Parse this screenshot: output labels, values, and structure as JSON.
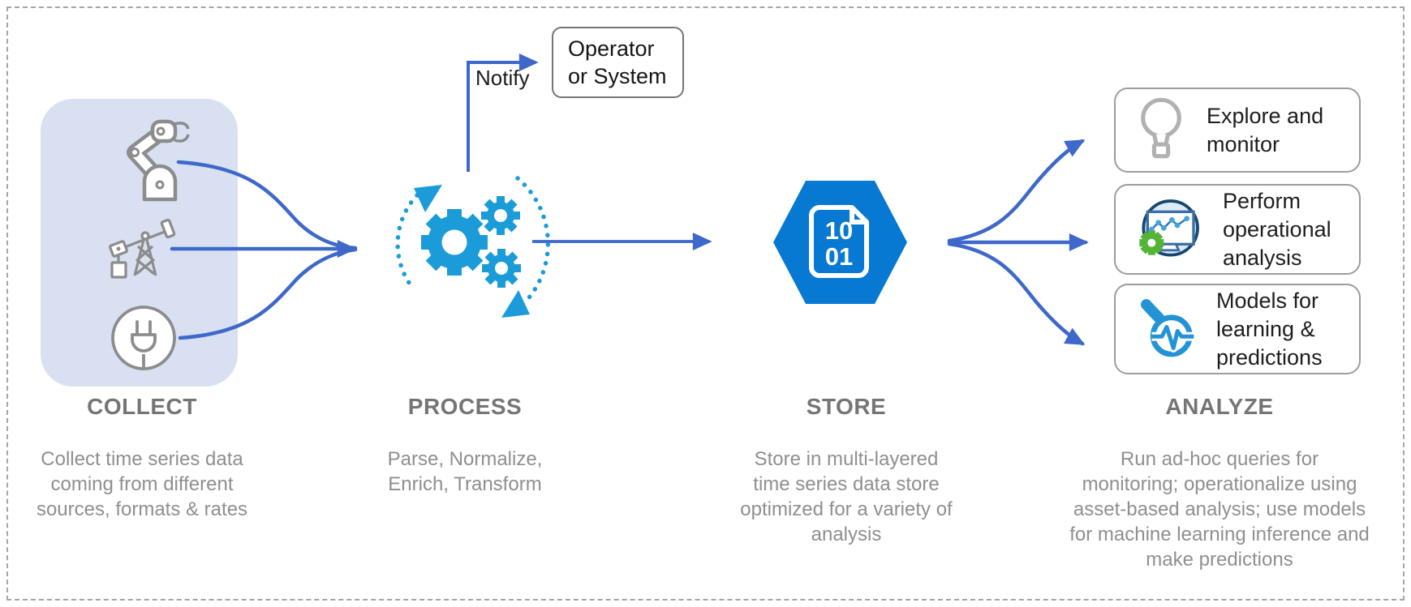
{
  "diagram": {
    "stages": [
      {
        "title": "COLLECT",
        "description": "Collect time series data\ncoming from different\nsources, formats & rates"
      },
      {
        "title": "PROCESS",
        "description": "Parse, Normalize,\nEnrich, Transform"
      },
      {
        "title": "STORE",
        "description": "Store in multi-layered\ntime series data store\noptimized for a variety of\nanalysis"
      },
      {
        "title": "ANALYZE",
        "description": "Run ad-hoc queries for\nmonitoring; operationalize using\nasset-based analysis; use models\nfor machine learning inference and\nmake predictions"
      }
    ],
    "notify": {
      "label": "Notify",
      "target": "Operator\nor System"
    },
    "store_icon": {
      "digit_row1": "10",
      "digit_row2": "01"
    },
    "analyze_boxes": [
      {
        "icon": "lightbulb-icon",
        "label": "Explore and\nmonitor"
      },
      {
        "icon": "operational-analysis-icon",
        "label": "Perform\noperational\nanalysis"
      },
      {
        "icon": "model-search-icon",
        "label": "Models for\nlearning &\npredictions"
      }
    ],
    "collect_source_icons": [
      "robot-arm-icon",
      "oil-pump-icon",
      "power-plug-icon"
    ],
    "colors": {
      "arrow_blue": "#3e68c9",
      "process_blue": "#1b9cd8",
      "store_blue": "#0779d2",
      "panel_lavender": "#d8e0f2",
      "heading_gray": "#757575",
      "body_gray": "#8f8f8f",
      "icon_gray": "#8c8c8c",
      "gear_green": "#54b435",
      "dark_text": "#1c1c1c"
    }
  }
}
